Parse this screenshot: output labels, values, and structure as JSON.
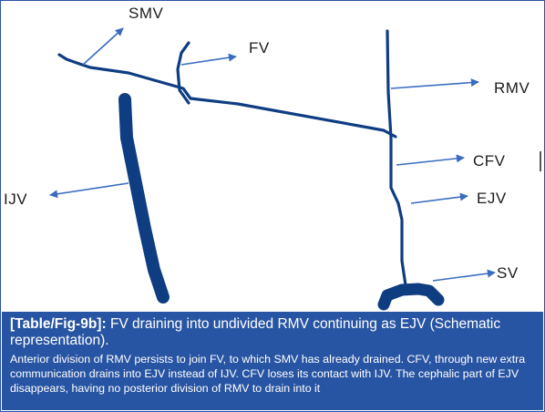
{
  "labels": {
    "smv": "SMV",
    "fv": "FV",
    "rmv": "RMV",
    "cfv": "CFV",
    "ejv": "EJV",
    "ijv": "IJV",
    "sv": "SV"
  },
  "caption": {
    "reference": "[Table/Fig-9b]:",
    "title": "FV draining into undivided RMV continuing as EJV (Schematic representation).",
    "description": "Anterior division of RMV persists to join FV, to which SMV has already drained. CFV, through new extra communication drains into EJV instead of IJV. CFV loses its contact with IJV. The cephalic part of EJV disappears, having no posterior division of RMV to drain into it"
  },
  "colors": {
    "vein": "#0f3d82",
    "arrow": "#3a6bbf",
    "caption_background": "#2855a3",
    "caption_text": "#ffffff"
  }
}
